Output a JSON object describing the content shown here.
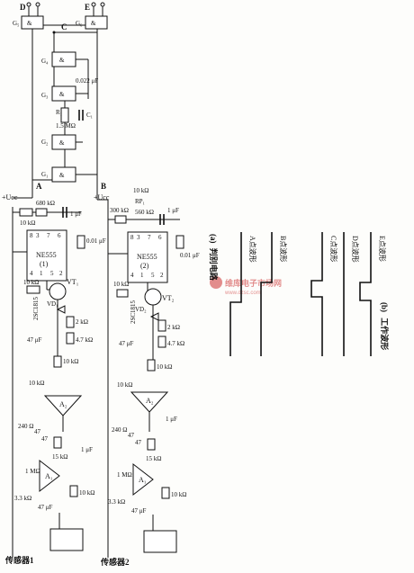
{
  "title": "",
  "circuit": {
    "gate_symbol": "&",
    "gates": {
      "g5": "G₅",
      "g6": "G₆",
      "g4": "G₄",
      "g3": "G₃",
      "g2": "G₂",
      "g1": "G₁"
    },
    "nodes": {
      "a": "A",
      "b": "B",
      "c": "C",
      "d": "D",
      "e": "E"
    },
    "gate_network": {
      "r1": "R₁",
      "r1_value": "1.5 MΩ",
      "c1": "C₁",
      "c1_value": "0.022 μF"
    },
    "vcc": "+Ucc",
    "channel1": {
      "r_top": "10 kΩ",
      "r_680": "680 kΩ",
      "c_1u": "1 μF",
      "c_001": "0.01 μF",
      "ic_name": "NE555",
      "ic_num": "(1)",
      "pins": [
        "8",
        "3",
        "7",
        "6",
        "2",
        "4",
        "1",
        "5"
      ],
      "r_base": "10 kΩ",
      "transistor": "VT₁",
      "part": "2SC1815",
      "diode": "VD₁",
      "r_2k": "2 kΩ",
      "r_47k": "4.7 kΩ",
      "c_47u": "47 μF",
      "r_10k_a": "10 kΩ",
      "amp2": "A₂",
      "r_10k_b": "10 kΩ",
      "r_240": "240 Ω",
      "c_47a": "47",
      "c_47b": "47",
      "r_15k": "15 kΩ",
      "c_1u_b": "1 μF",
      "r_1m": "1 MΩ",
      "amp1": "A₁",
      "r_33k": "3.3 kΩ",
      "c_47u_b": "47 μF",
      "r_10k_c": "10 kΩ",
      "sensor": "传感器1"
    },
    "channel2": {
      "r_300": "300 kΩ",
      "rp": "RP₁",
      "r_560": "560 kΩ",
      "r_10k_top": "10 kΩ",
      "c_1u": "1 μF",
      "c_001": "0.01 μF",
      "ic_name": "NE555",
      "ic_num": "(2)",
      "pins": [
        "8",
        "3",
        "7",
        "6",
        "2",
        "4",
        "1",
        "5"
      ],
      "r_base": "10 kΩ",
      "transistor": "VT₂",
      "part": "2SC1815",
      "diode": "VD₂",
      "r_2k": "2 kΩ",
      "r_47k": "4.7 kΩ",
      "c_47u": "47 μF",
      "r_10k_a": "10 kΩ",
      "amp2": "A₂",
      "r_10k_b": "10 kΩ",
      "c_1u_b": "1 μF",
      "r_240": "240 Ω",
      "c_47a": "47",
      "c_47b": "47",
      "r_15k": "15 kΩ",
      "r_1m": "1 MΩ",
      "amp1": "A₁",
      "r_33k": "3.3 kΩ",
      "c_47u_b": "47 μF",
      "r_10k_c": "10 kΩ",
      "sensor": "传感器2"
    },
    "label_a": "(a)",
    "label_a_text": "判别电路"
  },
  "waveforms": {
    "a": "A点波形",
    "b": "B点波形",
    "c": "C点波形",
    "d": "D点波形",
    "e": "E点波形",
    "label_b": "(b)",
    "label_b_text": "工作波形"
  },
  "watermark": {
    "text": "维库电子市场网",
    "url": "www.dzsc.com"
  }
}
